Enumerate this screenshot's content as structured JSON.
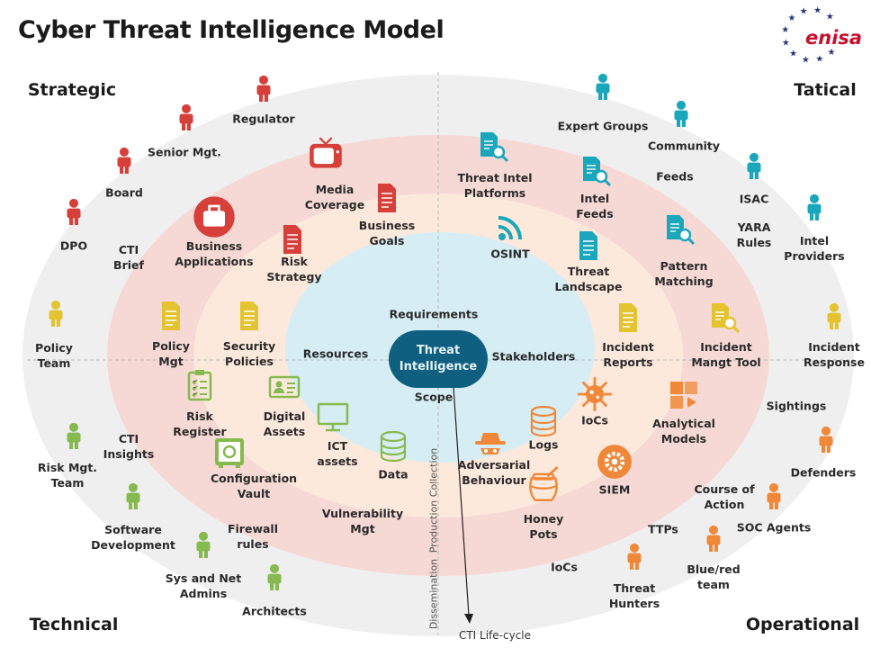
{
  "title": "Cyber Threat Intelligence Model",
  "logo_text": "enisa",
  "corners": {
    "strategic": "Strategic",
    "tactical": "Tatical",
    "technical": "Technical",
    "operational": "Operational"
  },
  "core": "Threat\nIntelligence",
  "lifecycle": {
    "label": "CTI Life-cycle",
    "stages": [
      "Collection",
      "Production",
      "Dissemination"
    ]
  },
  "colors": {
    "strategic": "#d63f3a",
    "tactical": "#1aa6bb",
    "policy": "#e3c32f",
    "technical": "#86b950",
    "operational": "#f0883a",
    "core": "#0f5f80"
  },
  "items": [
    {
      "label": "Regulator",
      "icon": "person-icon",
      "color": "strategic"
    },
    {
      "label": "Senior Mgt.",
      "icon": "person-icon",
      "color": "strategic"
    },
    {
      "label": "Board",
      "icon": "person-icon",
      "color": "strategic"
    },
    {
      "label": "DPO",
      "icon": "person-icon",
      "color": "strategic"
    },
    {
      "label": "Policy\nTeam",
      "icon": "person-icon",
      "color": "policy"
    },
    {
      "label": "Risk Mgt.\nTeam",
      "icon": "person-icon",
      "color": "technical"
    },
    {
      "label": "Software\nDevelopment",
      "icon": "person-icon",
      "color": "technical"
    },
    {
      "label": "Sys and Net\nAdmins",
      "icon": "person-icon",
      "color": "technical"
    },
    {
      "label": "Architects",
      "icon": "person-icon",
      "color": "technical"
    },
    {
      "label": "Expert Groups",
      "icon": "person-icon",
      "color": "tactical"
    },
    {
      "label": "Community",
      "icon": "person-icon",
      "color": "tactical"
    },
    {
      "label": "ISAC",
      "icon": "person-icon",
      "color": "tactical"
    },
    {
      "label": "Intel\nProviders",
      "icon": "person-icon",
      "color": "tactical"
    },
    {
      "label": "Incident\nResponse",
      "icon": "person-icon",
      "color": "policy"
    },
    {
      "label": "Defenders",
      "icon": "person-icon",
      "color": "operational"
    },
    {
      "label": "SOC Agents",
      "icon": "person-icon",
      "color": "operational"
    },
    {
      "label": "Blue/red\nteam",
      "icon": "person-icon",
      "color": "operational"
    },
    {
      "label": "Threat\nHunters",
      "icon": "person-icon",
      "color": "operational"
    },
    {
      "label": "Media\nCoverage",
      "icon": "tv-icon",
      "color": "strategic"
    },
    {
      "label": "Business\nApplications",
      "icon": "briefcase-icon",
      "color": "strategic"
    },
    {
      "label": "Risk\nStrategy",
      "icon": "document-icon",
      "color": "strategic"
    },
    {
      "label": "Business\nGoals",
      "icon": "document-icon",
      "color": "strategic"
    },
    {
      "label": "Threat Intel\nPlatforms",
      "icon": "document-search-icon",
      "color": "tactical"
    },
    {
      "label": "Intel\nFeeds",
      "icon": "document-search-icon",
      "color": "tactical"
    },
    {
      "label": "OSINT",
      "icon": "wifi-icon",
      "color": "tactical"
    },
    {
      "label": "Threat\nLandscape",
      "icon": "document-icon",
      "color": "tactical"
    },
    {
      "label": "Pattern\nMatching",
      "icon": "document-search-icon",
      "color": "tactical"
    },
    {
      "label": "Policy\nMgt",
      "icon": "document-icon",
      "color": "policy"
    },
    {
      "label": "Security\nPolicies",
      "icon": "document-icon",
      "color": "policy"
    },
    {
      "label": "Incident\nReports",
      "icon": "document-icon",
      "color": "policy"
    },
    {
      "label": "Incident\nMangt Tool",
      "icon": "document-search-icon",
      "color": "policy"
    },
    {
      "label": "Risk\nRegister",
      "icon": "clipboard-icon",
      "color": "technical"
    },
    {
      "label": "Digital\nAssets",
      "icon": "id-card-icon",
      "color": "technical"
    },
    {
      "label": "ICT\nassets",
      "icon": "monitor-icon",
      "color": "technical"
    },
    {
      "label": "Data",
      "icon": "database-icon",
      "color": "technical"
    },
    {
      "label": "Configuration\nVault",
      "icon": "safe-icon",
      "color": "technical"
    },
    {
      "label": "Adversarial\nBehaviour",
      "icon": "spy-icon",
      "color": "operational"
    },
    {
      "label": "Logs",
      "icon": "database-icon",
      "color": "operational"
    },
    {
      "label": "IoCs",
      "icon": "virus-icon",
      "color": "operational"
    },
    {
      "label": "Analytical\nModels",
      "icon": "puzzle-icon",
      "color": "operational"
    },
    {
      "label": "SIEM",
      "icon": "gear-icon",
      "color": "operational"
    },
    {
      "label": "Honey\nPots",
      "icon": "honey-pot-icon",
      "color": "operational"
    }
  ],
  "texts": [
    "CTI\nBrief",
    "CTI\nInsights",
    "Feeds",
    "YARA\nRules",
    "Sightings",
    "Course of\nAction",
    "TTPs",
    "IoCs",
    "Firewall\nrules",
    "Vulnerability\nMgt",
    "Resources",
    "Requirements",
    "Stakeholders",
    "Scope"
  ]
}
